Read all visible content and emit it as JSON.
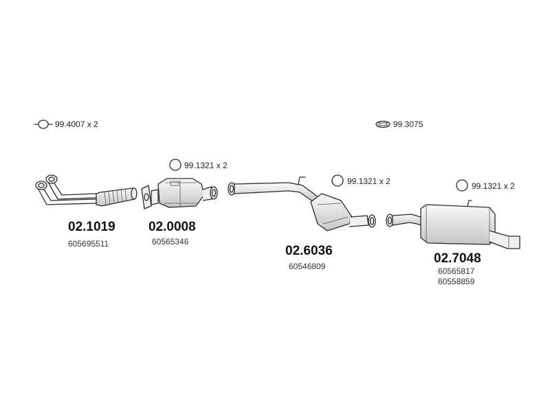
{
  "accessories": [
    {
      "icon": "ring-clamp-icon",
      "label": "99.4007 x 2"
    },
    {
      "icon": "gasket-icon",
      "label": "99.3075"
    },
    {
      "icon": "ring-icon",
      "label": "99.1321 x 2"
    },
    {
      "icon": "ring-icon",
      "label": "99.1321 x 2"
    },
    {
      "icon": "ring-icon",
      "label": "99.1321 x 2"
    }
  ],
  "parts": [
    {
      "code": "02.1019",
      "oem": [
        "605695511"
      ],
      "component": "front-pipe"
    },
    {
      "code": "02.0008",
      "oem": [
        "60565346"
      ],
      "component": "catalytic-converter"
    },
    {
      "code": "02.6036",
      "oem": [
        "60546809"
      ],
      "component": "center-silencer"
    },
    {
      "code": "02.7048",
      "oem": [
        "60565817",
        "60558859"
      ],
      "component": "rear-silencer"
    }
  ]
}
